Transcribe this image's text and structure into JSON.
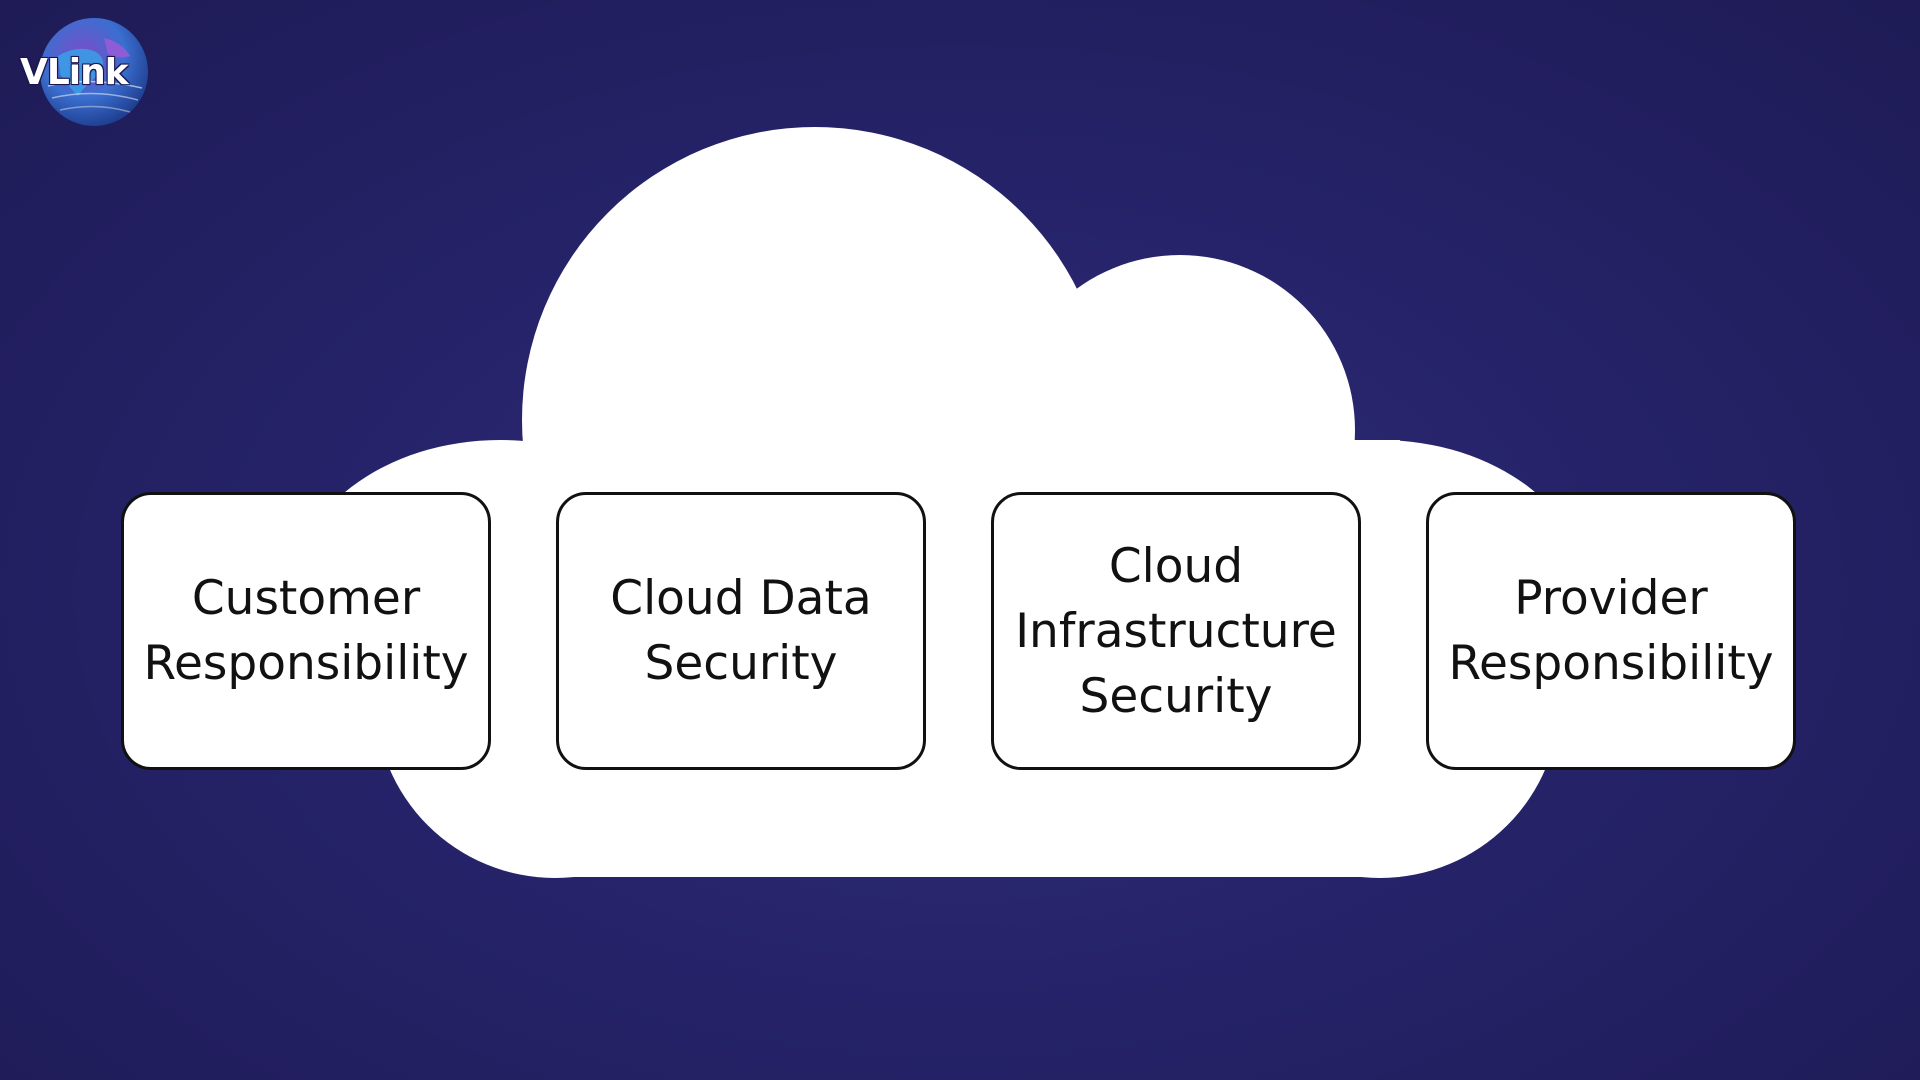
{
  "logo": {
    "text": "VLink",
    "icon": "globe-icon"
  },
  "colors": {
    "background": "#26236a",
    "cloud": "#ffffff",
    "box_border": "#111111",
    "text": "#111111"
  },
  "boxes": [
    {
      "line1": "Customer",
      "line2": "Responsibility",
      "line3": ""
    },
    {
      "line1": "Cloud Data",
      "line2": "Security",
      "line3": ""
    },
    {
      "line1": "Cloud",
      "line2": "Infrastructure",
      "line3": "Security"
    },
    {
      "line1": "Provider",
      "line2": "Responsibility",
      "line3": ""
    }
  ]
}
